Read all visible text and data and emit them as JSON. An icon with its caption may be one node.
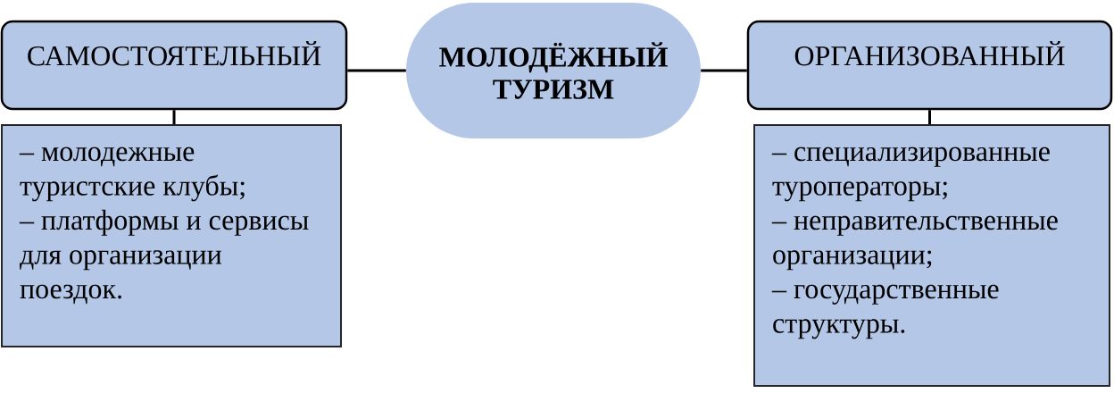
{
  "diagram": {
    "nodes": [
      {
        "text": [
          "МОЛОДЁЖНЫЙ ТУРИЗМ"
        ]
      },
      {
        "text": [
          "САМОСТОЯТЕЛЬНЫЙ"
        ]
      },
      {
        "text": [
          "ОРГАНИЗОВАННЫЙ"
        ]
      },
      {
        "text": [
          "– молодежные туристские клубы;",
          "– платформы и сервисы для организации поездок."
        ]
      },
      {
        "text": [
          "– специализированные туроператоры;",
          "– неправительственные организации;",
          "– государственные структуры."
        ]
      }
    ],
    "edges": [
      {
        "from": 0,
        "to": 1,
        "arrow": "none"
      },
      {
        "from": 0,
        "to": 2,
        "arrow": "none"
      },
      {
        "from": 1,
        "to": 3,
        "arrow": "none"
      },
      {
        "from": 2,
        "to": 4,
        "arrow": "none"
      }
    ]
  }
}
